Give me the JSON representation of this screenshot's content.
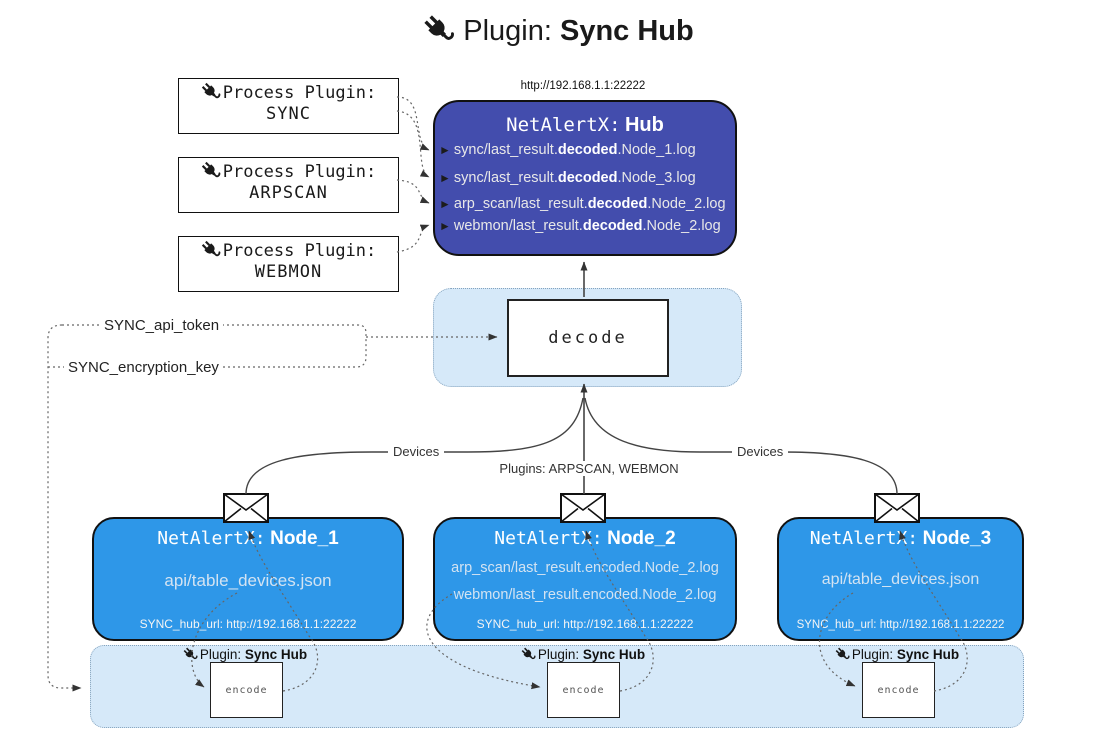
{
  "title": {
    "prefix": "Plugin:",
    "name": "Sync Hub"
  },
  "hub": {
    "url": "http://192.168.1.1:22222",
    "prefix": "NetAlertX:",
    "name": "Hub",
    "logs": [
      {
        "marker": "►",
        "pre": "sync/last_result.",
        "bold": "decoded",
        "post": ".Node_1.log"
      },
      {
        "marker": "►",
        "pre": "sync/last_result.",
        "bold": "decoded",
        "post": ".Node_3.log"
      },
      {
        "marker": "►",
        "pre": "arp_scan/last_result.",
        "bold": "decoded",
        "post": ".Node_2.log"
      },
      {
        "marker": "►",
        "pre": "webmon/last_result.",
        "bold": "decoded",
        "post": ".Node_2.log"
      }
    ]
  },
  "process_plugins": [
    {
      "label": "Process Plugin:",
      "name": "SYNC"
    },
    {
      "label": "Process Plugin:",
      "name": "ARPSCAN"
    },
    {
      "label": "Process Plugin:",
      "name": "WEBMON"
    }
  ],
  "decode_label": "decode",
  "tokens": {
    "api_token": "SYNC_api_token",
    "encryption_key": "SYNC_encryption_key"
  },
  "edge_labels": {
    "left": "Devices",
    "middle": "Plugins: ARPSCAN, WEBMON",
    "right": "Devices"
  },
  "nodes": [
    {
      "prefix": "NetAlertX:",
      "name": "Node_1",
      "log1": "api/table_devices.json",
      "hub_url": "SYNC_hub_url: http://192.168.1.1:22222"
    },
    {
      "prefix": "NetAlertX:",
      "name": "Node_2",
      "log1": "arp_scan/last_result.encoded.Node_2.log",
      "log2": "webmon/last_result.encoded.Node_2.log",
      "hub_url": "SYNC_hub_url: http://192.168.1.1:22222"
    },
    {
      "prefix": "NetAlertX:",
      "name": "Node_3",
      "log1": "api/table_devices.json",
      "hub_url": "SYNC_hub_url: http://192.168.1.1:22222"
    }
  ],
  "encoders": [
    {
      "prefix": "Plugin:",
      "name": "Sync Hub",
      "box": "encode"
    },
    {
      "prefix": "Plugin:",
      "name": "Sync Hub",
      "box": "encode"
    },
    {
      "prefix": "Plugin:",
      "name": "Sync Hub",
      "box": "encode"
    }
  ],
  "colors": {
    "hub_bg": "#434dad",
    "node_bg": "#2e97e8",
    "panel_bg": "#d6e9f9",
    "panel_border": "#85a3bd"
  }
}
